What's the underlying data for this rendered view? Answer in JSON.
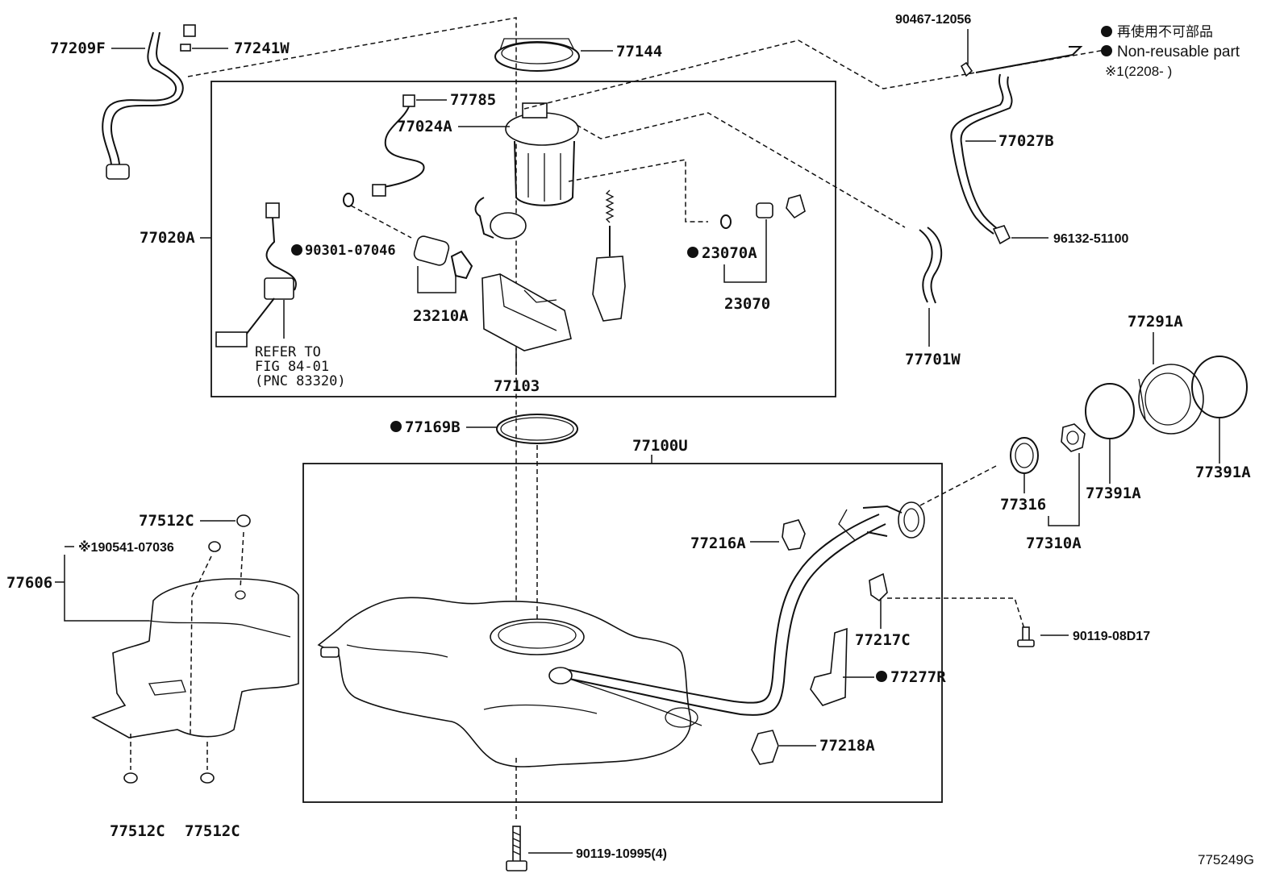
{
  "notes": {
    "non_reusable_jp": "再使用不可部品",
    "non_reusable_en": "Non-reusable part",
    "footnote": "※1(2208-        )"
  },
  "figure_code": "775249G",
  "refer_note": {
    "line1": "REFER TO",
    "line2": "FIG 84-01",
    "line3": "(PNC 83320)"
  },
  "labels": {
    "p77209F": "77209F",
    "p77241W": "77241W",
    "p77144": "77144",
    "p77785": "77785",
    "p77024A": "77024A",
    "p77020A": "77020A",
    "p90301": "90301-07046",
    "p23210A": "23210A",
    "p77103": "77103",
    "p23070A": "23070A",
    "p23070": "23070",
    "p90467": "90467-12056",
    "p77027B": "77027B",
    "p96132": "96132-51100",
    "p77701W": "77701W",
    "p77291A": "77291A",
    "p77391A_r": "77391A",
    "p77391A_l": "77391A",
    "p77316": "77316",
    "p77310A": "77310A",
    "p77169B": "77169B",
    "p77100U": "77100U",
    "p77512C_top": "77512C",
    "p90541": "※190541-07036",
    "p77606": "77606",
    "p77216A": "77216A",
    "p77217C": "77217C",
    "p90119_08D17": "90119-08D17",
    "p77277R": "77277R",
    "p77218A": "77218A",
    "p77512C_bl": "77512C",
    "p77512C_br": "77512C",
    "p90119_10995": "90119-10995(4)"
  }
}
